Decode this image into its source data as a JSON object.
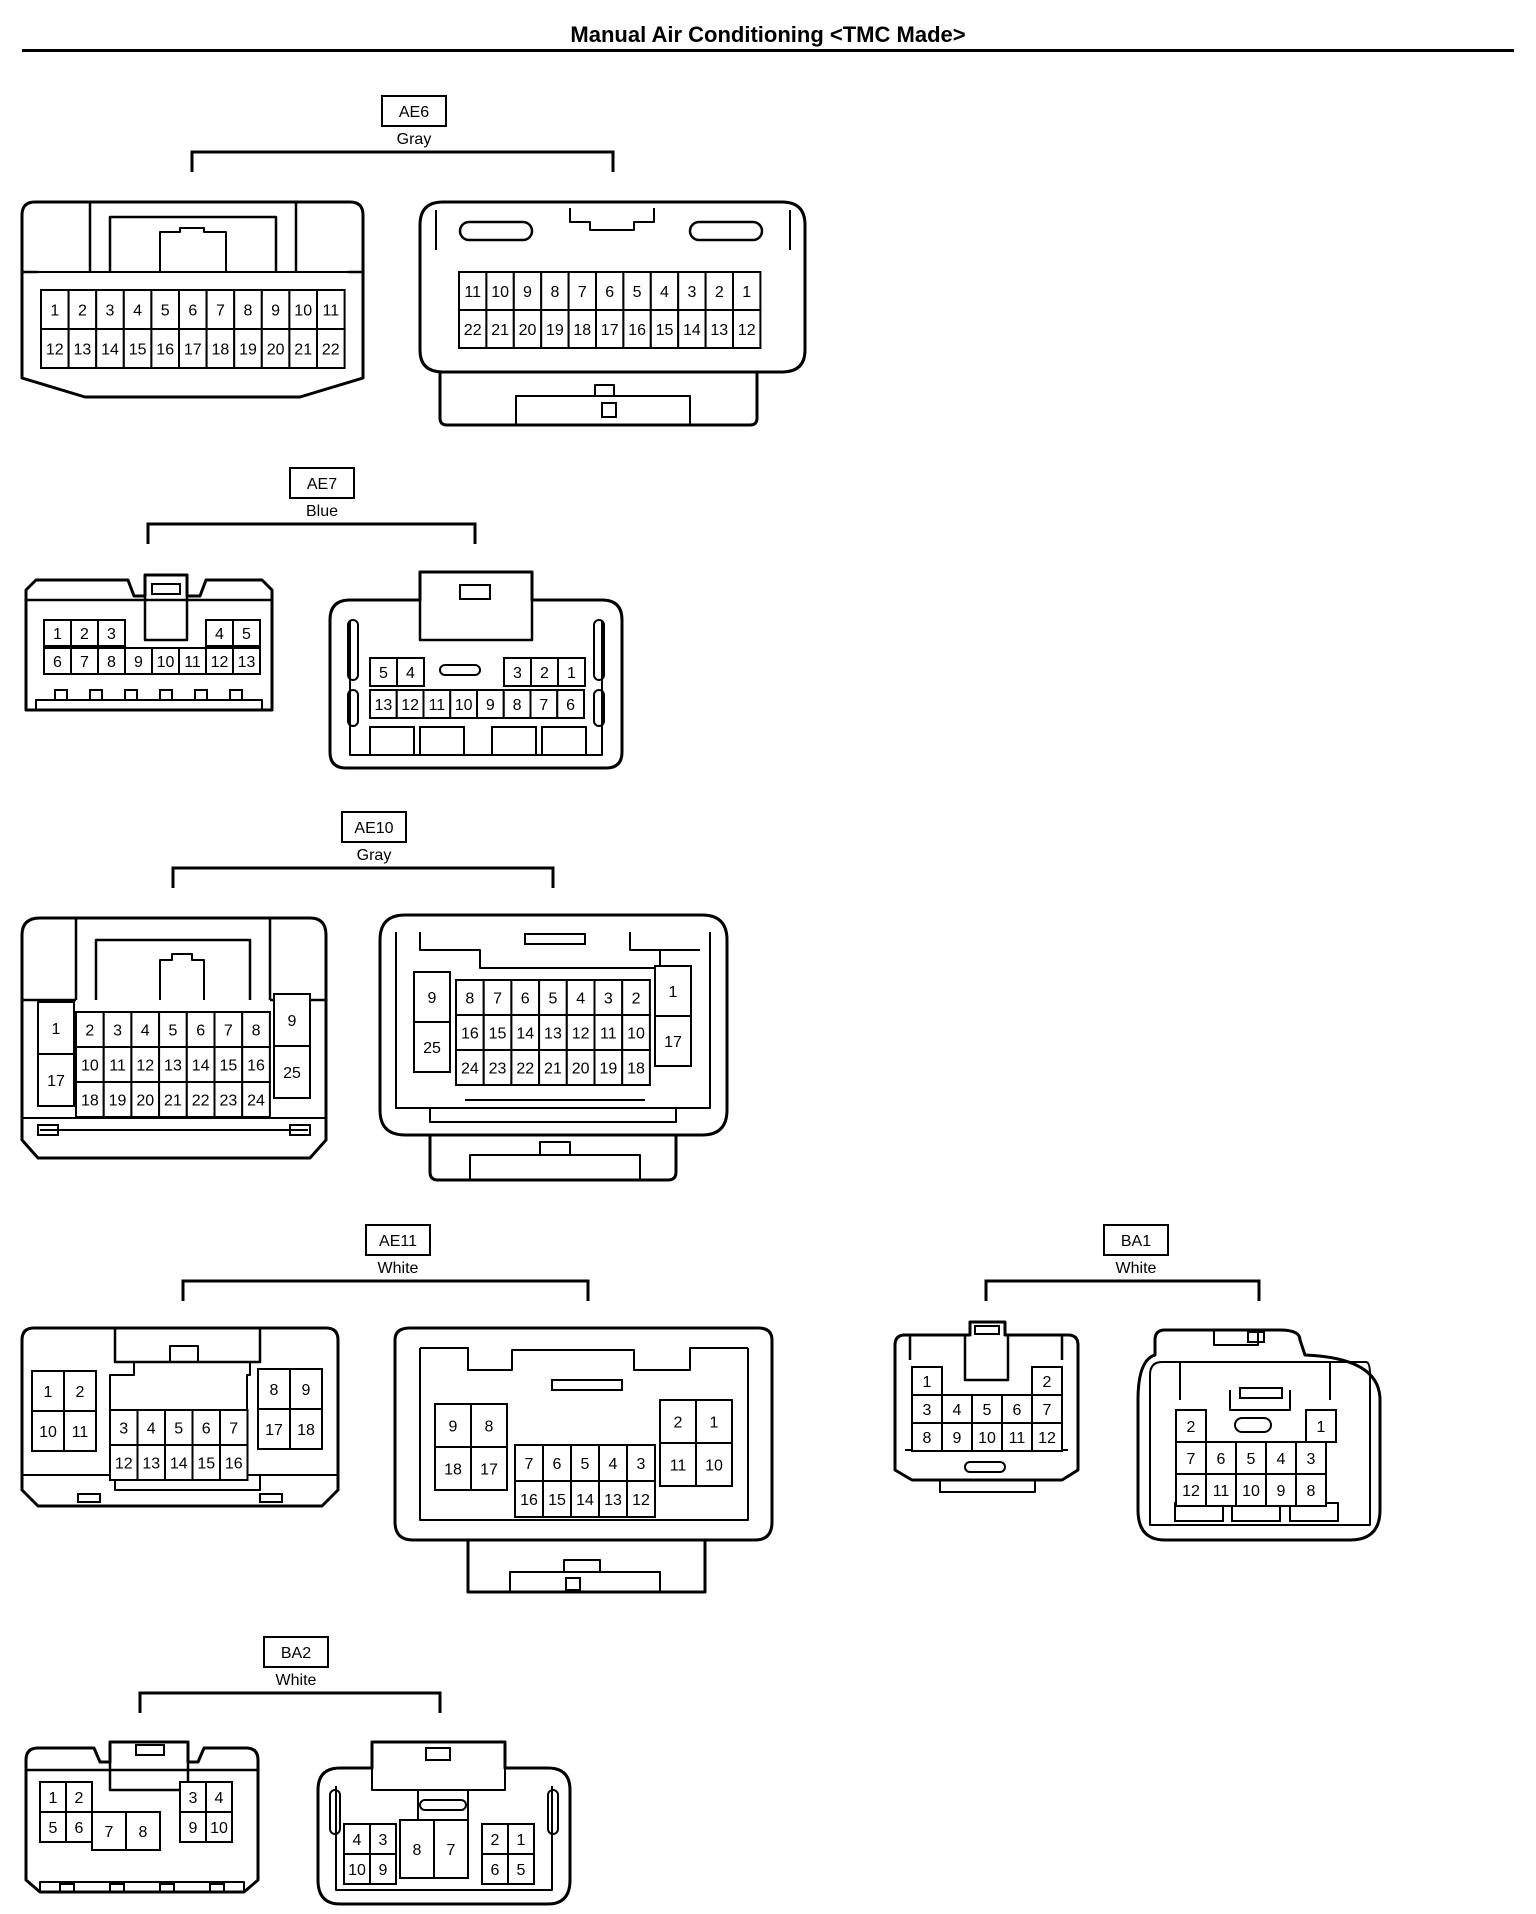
{
  "title": "Manual Air Conditioning <TMC Made>",
  "connectors": [
    {
      "id": "AE6",
      "color": "Gray",
      "left_pins": [
        [
          "1",
          "2",
          "3",
          "4",
          "5",
          "6",
          "7",
          "8",
          "9",
          "10",
          "11"
        ],
        [
          "12",
          "13",
          "14",
          "15",
          "16",
          "17",
          "18",
          "19",
          "20",
          "21",
          "22"
        ]
      ],
      "right_pins": [
        [
          "11",
          "10",
          "9",
          "8",
          "7",
          "6",
          "5",
          "4",
          "3",
          "2",
          "1"
        ],
        [
          "22",
          "21",
          "20",
          "19",
          "18",
          "17",
          "16",
          "15",
          "14",
          "13",
          "12"
        ]
      ]
    },
    {
      "id": "AE7",
      "color": "Blue",
      "left_pins": [
        [
          "1",
          "2",
          "3",
          "",
          "",
          "",
          "",
          "4",
          "5"
        ],
        [
          "6",
          "7",
          "8",
          "9",
          "10",
          "11",
          "12",
          "13"
        ]
      ],
      "right_pins": [
        [
          "5",
          "4",
          "",
          "",
          "",
          "3",
          "2",
          "1"
        ],
        [
          "13",
          "12",
          "11",
          "10",
          "9",
          "8",
          "7",
          "6"
        ]
      ]
    },
    {
      "id": "AE10",
      "color": "Gray",
      "left_pins": {
        "side_left": [
          "1",
          "17"
        ],
        "rows": [
          [
            "2",
            "3",
            "4",
            "5",
            "6",
            "7",
            "8"
          ],
          [
            "10",
            "11",
            "12",
            "13",
            "14",
            "15",
            "16"
          ],
          [
            "18",
            "19",
            "20",
            "21",
            "22",
            "23",
            "24"
          ]
        ],
        "side_right": [
          "9",
          "25"
        ]
      },
      "right_pins": {
        "side_left": [
          "9",
          "25"
        ],
        "rows": [
          [
            "8",
            "7",
            "6",
            "5",
            "4",
            "3",
            "2"
          ],
          [
            "16",
            "15",
            "14",
            "13",
            "12",
            "11",
            "10"
          ],
          [
            "24",
            "23",
            "22",
            "21",
            "20",
            "19",
            "18"
          ]
        ],
        "side_right": [
          "1",
          "17"
        ]
      }
    },
    {
      "id": "AE11",
      "color": "White",
      "left_pins": {
        "block_left": [
          [
            "1",
            "2"
          ],
          [
            "10",
            "11"
          ]
        ],
        "center": [
          [
            "3",
            "4",
            "5",
            "6",
            "7"
          ],
          [
            "12",
            "13",
            "14",
            "15",
            "16"
          ]
        ],
        "block_right": [
          [
            "8",
            "9"
          ],
          [
            "17",
            "18"
          ]
        ]
      },
      "right_pins": {
        "block_left": [
          [
            "9",
            "8"
          ],
          [
            "18",
            "17"
          ]
        ],
        "center": [
          [
            "7",
            "6",
            "5",
            "4",
            "3"
          ],
          [
            "16",
            "15",
            "14",
            "13",
            "12"
          ]
        ],
        "block_right": [
          [
            "2",
            "1"
          ],
          [
            "11",
            "10"
          ]
        ]
      }
    },
    {
      "id": "BA1",
      "color": "White",
      "left_pins": [
        [
          "1",
          "",
          "",
          "",
          "2"
        ],
        [
          "3",
          "4",
          "5",
          "6",
          "7"
        ],
        [
          "8",
          "9",
          "10",
          "11",
          "12"
        ]
      ],
      "right_pins": [
        [
          "2",
          "",
          "",
          "",
          "1"
        ],
        [
          "7",
          "6",
          "5",
          "4",
          "3"
        ],
        [
          "12",
          "11",
          "10",
          "9",
          "8"
        ]
      ]
    },
    {
      "id": "BA2",
      "color": "White",
      "left_pins": {
        "block_left": [
          [
            "1",
            "2"
          ],
          [
            "5",
            "6"
          ]
        ],
        "center": [
          "7",
          "8"
        ],
        "block_right": [
          [
            "3",
            "4"
          ],
          [
            "9",
            "10"
          ]
        ]
      },
      "right_pins": {
        "block_left": [
          [
            "4",
            "3"
          ],
          [
            "10",
            "9"
          ]
        ],
        "center": [
          "8",
          "7"
        ],
        "block_right": [
          [
            "2",
            "1"
          ],
          [
            "6",
            "5"
          ]
        ]
      }
    }
  ]
}
